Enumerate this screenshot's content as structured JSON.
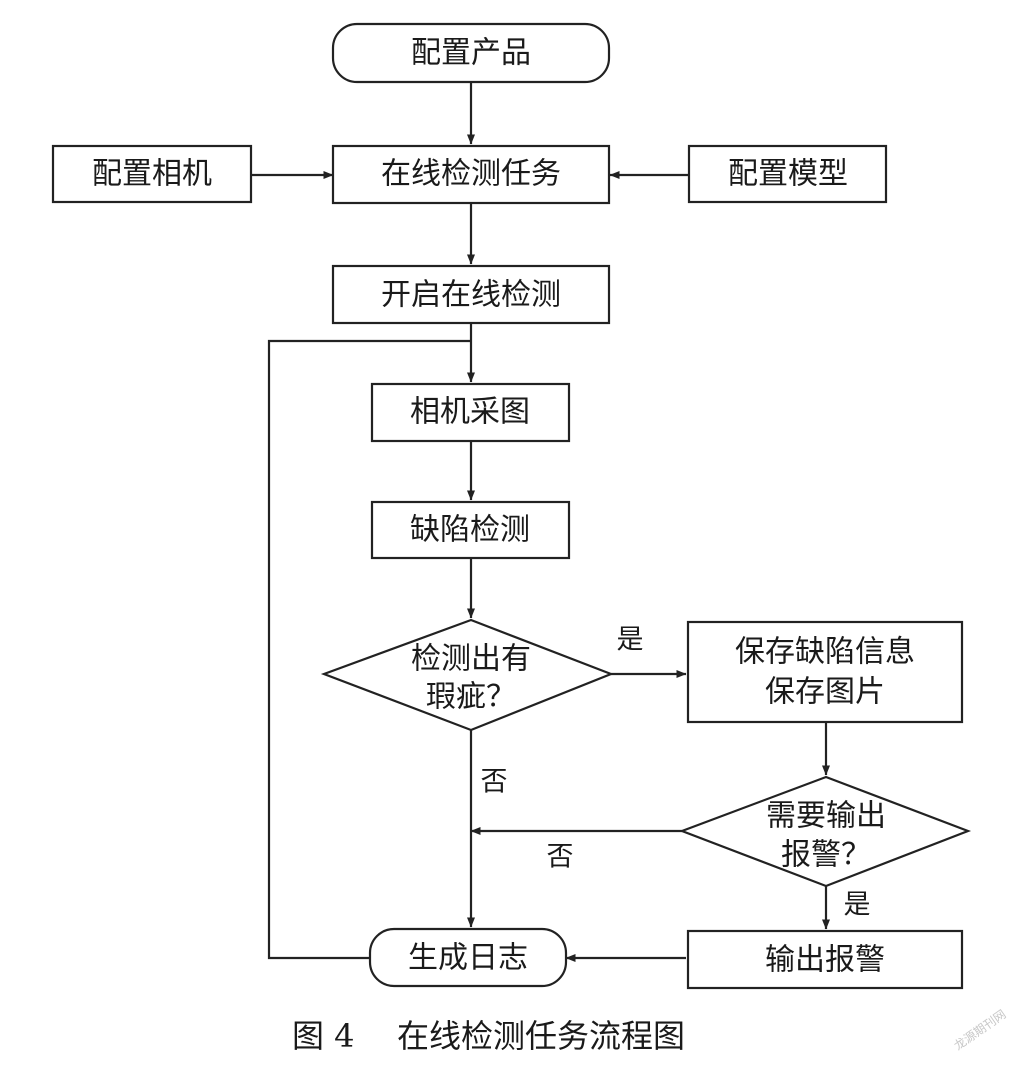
{
  "nodes": {
    "configure_product": "配置产品",
    "configure_camera": "配置相机",
    "online_task": "在线检测任务",
    "configure_model": "配置模型",
    "start_online_detection": "开启在线检测",
    "camera_capture": "相机采图",
    "defect_detection": "缺陷检测",
    "decision_defect_line1": "检测出有",
    "decision_defect_line2": "瑕疵？",
    "save_defect_line1": "保存缺陷信息",
    "save_defect_line2": "保存图片",
    "decision_alarm_line1": "需要输出",
    "decision_alarm_line2": "报警？",
    "output_alarm": "输出报警",
    "generate_log": "生成日志"
  },
  "branches": {
    "defect_yes": "是",
    "defect_no": "否",
    "alarm_no": "否",
    "alarm_yes": "是"
  },
  "caption": {
    "figure_label": "图 4",
    "title": "在线检测任务流程图"
  },
  "watermark": "龙源期刊网",
  "colors": {
    "line": "#222222",
    "fill": "#ffffff",
    "text": "#1a1a1a"
  }
}
